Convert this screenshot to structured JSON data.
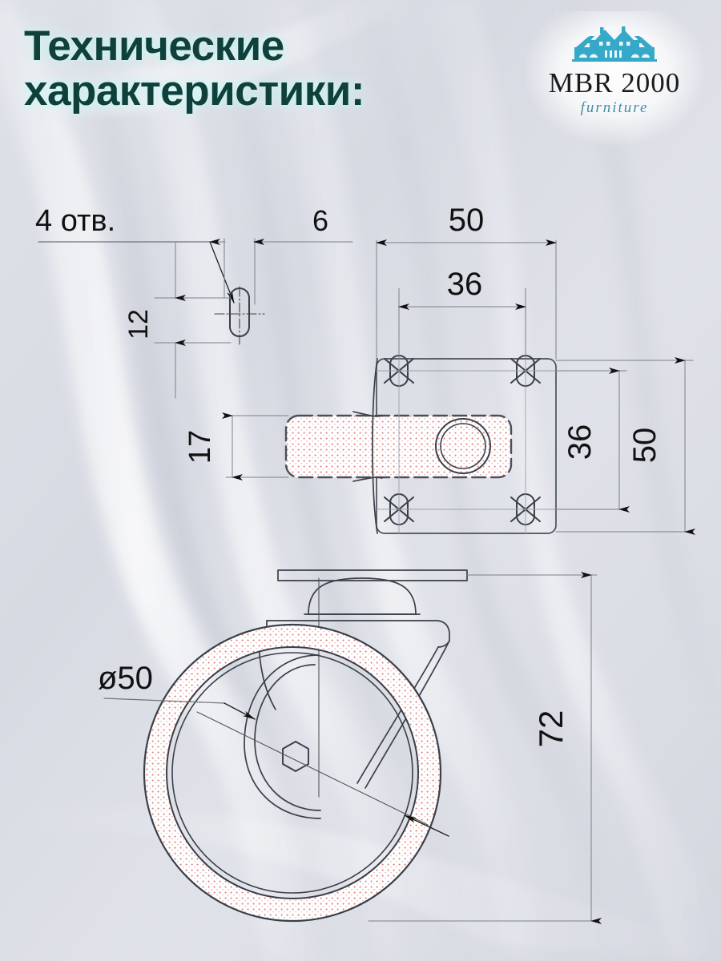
{
  "page": {
    "background_color": "#d8dae2",
    "accent_color": "#10403c",
    "logo_teal": "#36a9c9",
    "hatch_color": "#d86a6a"
  },
  "header": {
    "title_line1": "Технические",
    "title_line2": "характеристики:"
  },
  "logo": {
    "icon": "houses-icon",
    "name": "MBR 2000",
    "tagline": "furniture"
  },
  "drawing": {
    "type": "technical-drawing",
    "subject": "swivel caster wheel",
    "views": [
      {
        "id": "detail-slot",
        "name": "mounting hole detail"
      },
      {
        "id": "top-view",
        "name": "mounting plate top view"
      },
      {
        "id": "side-view",
        "name": "caster side elevation"
      }
    ],
    "annotations": {
      "holes_note": "4 отв.",
      "slot_height": "12",
      "slot_offset": "6",
      "plate_width": "50",
      "bolt_spacing_x": "36",
      "bolt_spacing_y": "36",
      "plate_depth": "50",
      "stem_width": "17",
      "wheel_diameter": "ø50",
      "total_height": "72"
    }
  }
}
